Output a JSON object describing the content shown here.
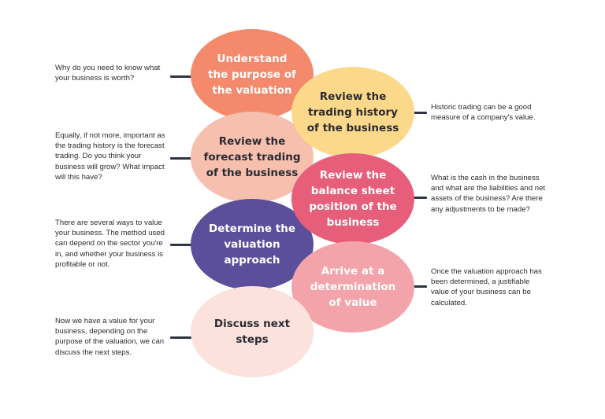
{
  "colors": {
    "step1": "#f4896b",
    "step2": "#fcd98a",
    "step3": "#f6bfae",
    "step4": "#e75e7b",
    "step5": "#5b4e9a",
    "step6": "#f2a4aa",
    "step7": "#fbe2dc",
    "connector": "#2e3442",
    "text": "#2b2b33"
  },
  "steps": [
    {
      "title": "Understand the purpose of the valuation",
      "note": "Why do you need to know what your business is worth?"
    },
    {
      "title": "Review the trading history of the business",
      "note": "Historic trading can be a good measure of a company's value."
    },
    {
      "title": "Review the forecast trading of the business",
      "note": "Equally, if not more, important as the trading history is the forecast trading. Do you think your business will grow? What impact will this have?"
    },
    {
      "title": "Review the balance sheet position of the business",
      "note": "What is the cash in the business and what are the liabilities and net assets of the business? Are there any adjustments to be made?"
    },
    {
      "title": "Determine the valuation approach",
      "note": "There are several ways to value your business. The method used can depend on the sector you're in, and whether your business is profitable or not."
    },
    {
      "title": "Arrive at a determination of value",
      "note": "Once the valuation approach has been determined, a justifiable value of your business can be calculated."
    },
    {
      "title": "Discuss next steps",
      "note": "Now we have a value for your business, depending on the purpose of the valuation, we can discuss the next steps."
    }
  ]
}
